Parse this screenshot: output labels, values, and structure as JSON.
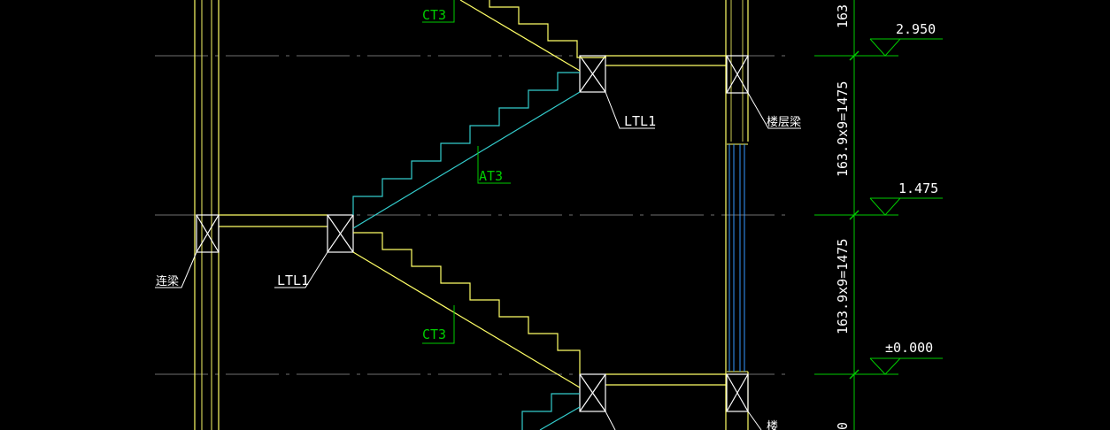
{
  "drawing": {
    "background": "#000000",
    "colors": {
      "structure": "#ffff66",
      "stair_slope": "#33cccc",
      "annotation": "#00cc00",
      "text": "#ffffff",
      "grid": "#666666",
      "window_line": "#3399ff",
      "dimension": "#00cc00"
    },
    "labels": {
      "ct3_top": "CT3",
      "ct3_bottom": "CT3",
      "at3": "AT3",
      "ltl1_right": "LTL1",
      "ltl1_left": "LTL1",
      "lianliang": "连梁",
      "louceng_liang": "楼层梁",
      "louceng_liang_bottom": "楼"
    },
    "elevations": {
      "upper": "2.950",
      "middle": "1.475",
      "ground": "±0.000"
    },
    "dimensions": {
      "top_partial": "163",
      "flight_upper": "163.9x9=1475",
      "flight_lower": "163.9x9=1475",
      "bottom_partial": "0"
    }
  }
}
